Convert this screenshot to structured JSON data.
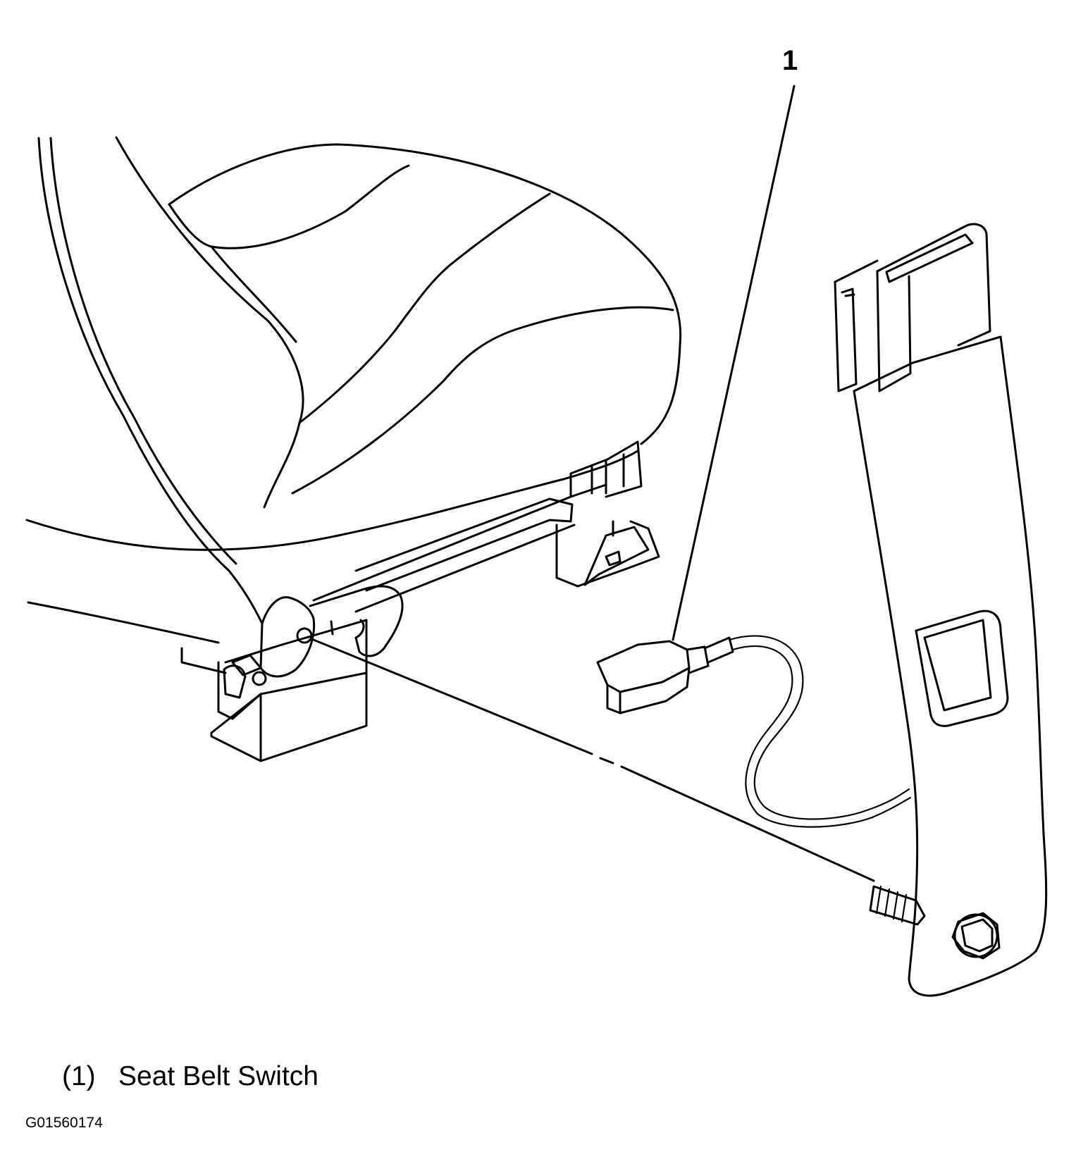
{
  "callout": {
    "number": "1"
  },
  "legend": [
    {
      "number": "(1)",
      "label": "Seat Belt Switch"
    }
  ],
  "figure_id": "G01560174"
}
